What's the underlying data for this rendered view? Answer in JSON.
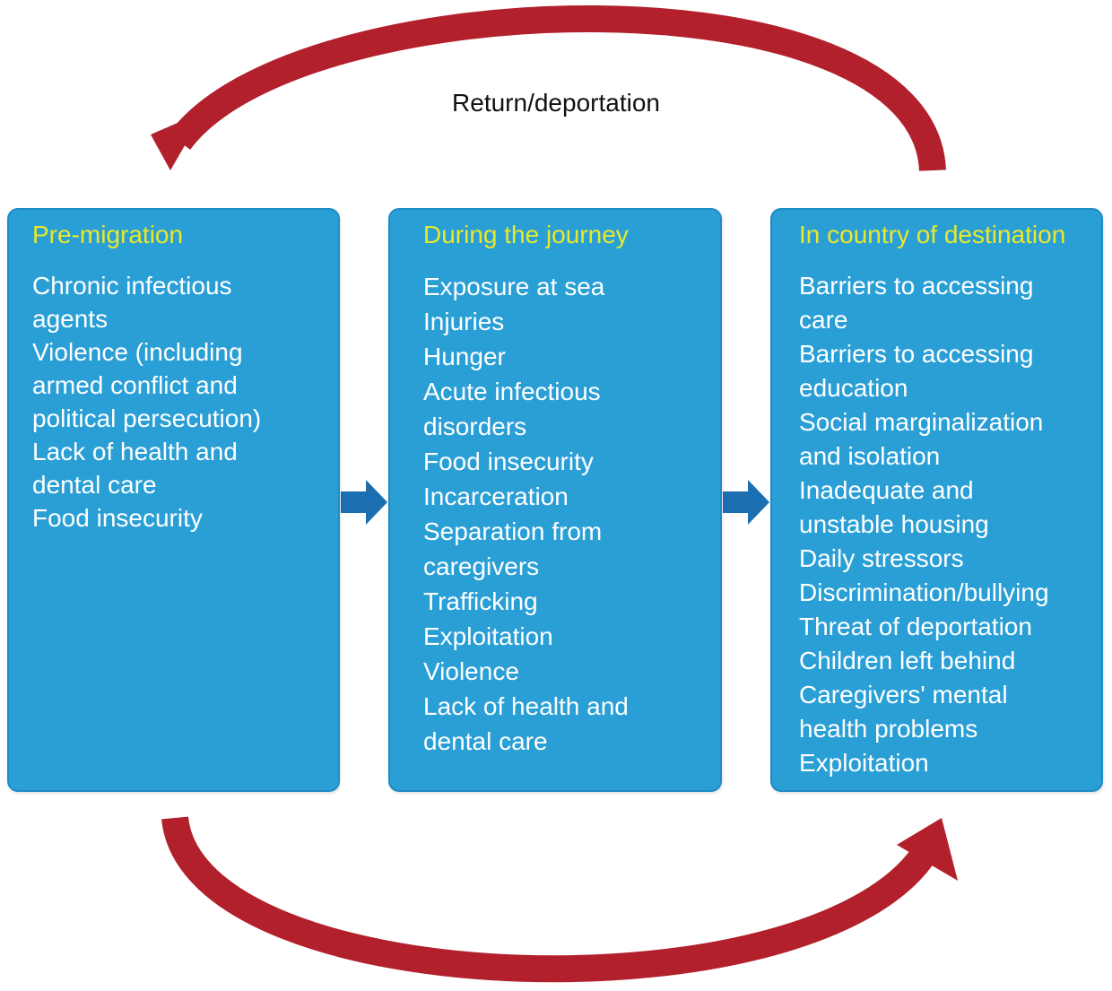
{
  "return_label": "Return/deportation",
  "colors": {
    "box_fill": "#2a9fd6",
    "title_text": "#e8e82c",
    "item_text": "#ffffff",
    "cycle_arrow": "#b2202c",
    "flow_arrow": "#1b6fb0"
  },
  "stages": [
    {
      "title": "Pre-migration",
      "items": [
        "Chronic infectious\nagents",
        "Violence (including\narmed conflict and\npolitical persecution)",
        "Lack of health and\ndental care",
        "Food insecurity"
      ]
    },
    {
      "title": "During the journey",
      "items": [
        "Exposure at sea",
        "Injuries",
        "Hunger",
        "Acute infectious\ndisorders",
        "Food insecurity",
        "Incarceration",
        "Separation from\ncaregivers",
        "Trafficking",
        "Exploitation",
        "Violence",
        "Lack of health and\ndental care"
      ]
    },
    {
      "title": "In country of destination",
      "items": [
        "Barriers to accessing\ncare",
        "Barriers to accessing\neducation",
        "Social marginalization\nand isolation",
        "Inadequate and\nunstable housing",
        "Daily stressors",
        "Discrimination/bullying",
        "Threat of deportation",
        "Children left behind",
        "Caregivers' mental\nhealth problems",
        "Exploitation"
      ]
    }
  ]
}
